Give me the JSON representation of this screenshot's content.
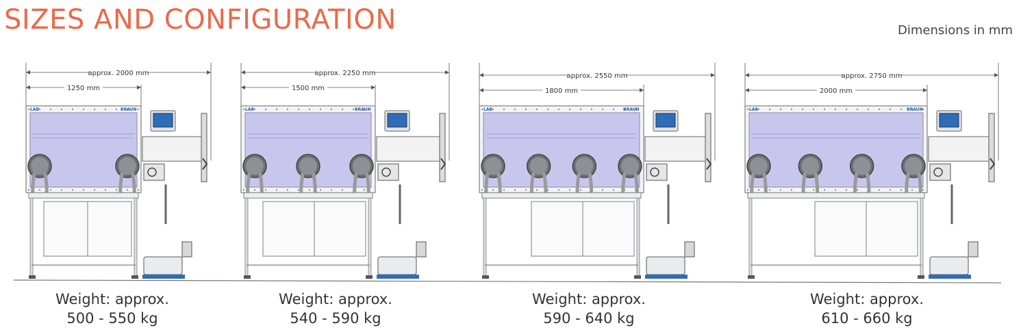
{
  "title": "SIZES AND CONFIGURATION",
  "units_note": "Dimensions in mm",
  "colors": {
    "title": "#ea6a4a",
    "window_tint": "#c9c6ee",
    "frame": "#7b7f86",
    "accent_blue": "#2f6db8"
  },
  "units": [
    {
      "overall_label": "approx. 2000 mm",
      "box_label": "1250 mm",
      "gloves": 2,
      "weight_line1": "Weight: approx.",
      "weight_line2": "500 - 550 kg"
    },
    {
      "overall_label": "approx. 2250 mm",
      "box_label": "1500 mm",
      "gloves": 3,
      "weight_line1": "Weight: approx.",
      "weight_line2": "540 - 590 kg"
    },
    {
      "overall_label": "approx. 2550 mm",
      "box_label": "1800 mm",
      "gloves": 4,
      "weight_line1": "Weight: approx.",
      "weight_line2": "590 - 640 kg"
    },
    {
      "overall_label": "approx. 2750 mm",
      "box_label": "2000 mm",
      "gloves": 4,
      "weight_line1": "Weight: approx.",
      "weight_line2": "610 - 660 kg"
    }
  ]
}
